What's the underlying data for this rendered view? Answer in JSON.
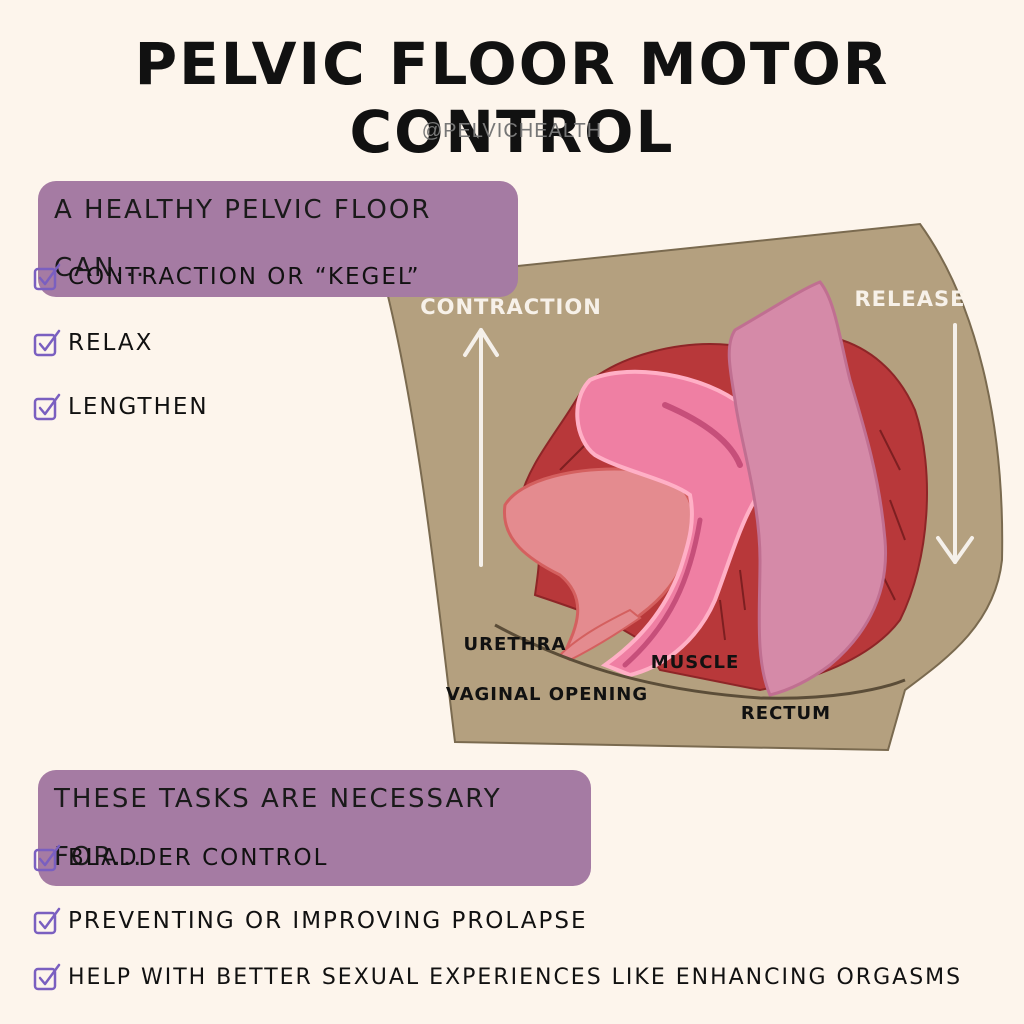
{
  "title": "PELVIC FLOOR MOTOR CONTROL",
  "handle": "@PELVICHEALTH",
  "section1": {
    "heading": "A HEALTHY PELVIC FLOOR CAN...",
    "items": [
      "CONTRACTION OR “KEGEL”",
      "RELAX",
      "LENGTHEN"
    ]
  },
  "diagram": {
    "labels": {
      "contraction": "CONTRACTION",
      "release": "RELEASE",
      "urethra": "URETHRA",
      "vaginal_opening": "VAGINAL OPENING",
      "muscle": "MUSCLE",
      "rectum": "RECTUM"
    },
    "colors": {
      "background_shape": "#b4a07f",
      "muscle": "#b8383a",
      "uterus": "#ef7fa3",
      "rectum": "#d58aa8",
      "bladder": "#e48b8f"
    }
  },
  "section2": {
    "heading": "THESE TASKS ARE NECESSARY FOR...",
    "items": [
      "BLADDER CONTROL",
      "PREVENTING OR IMPROVING PROLAPSE",
      "HELP WITH BETTER SEXUAL EXPERIENCES LIKE ENHANCING ORGASMS"
    ]
  },
  "colors": {
    "page_background": "#fdf5ec",
    "pill": "#a57ba3",
    "check": "#7a5fc0"
  }
}
